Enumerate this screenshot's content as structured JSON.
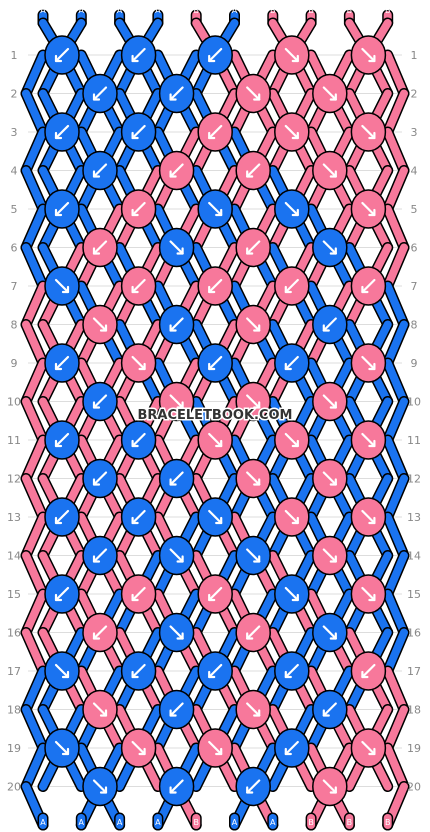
{
  "watermark": "BRACELETBOOK.COM",
  "colors": {
    "A": "#1a73f0",
    "B": "#f7789b",
    "outline": "#000000",
    "row_label": "#888888",
    "grid_line": "#dddddd"
  },
  "strings_top": [
    "A",
    "A",
    "A",
    "A",
    "B",
    "A",
    "B",
    "B",
    "B",
    "B"
  ],
  "row_numbers": [
    "1",
    "2",
    "3",
    "4",
    "5",
    "6",
    "7",
    "8",
    "9",
    "10",
    "11",
    "12",
    "13",
    "14",
    "15",
    "16",
    "17",
    "18",
    "19",
    "20"
  ],
  "knot_rows": [
    [
      [
        "A",
        "sw"
      ],
      [
        "A",
        "sw"
      ],
      [
        "A",
        "sw"
      ],
      [
        "B",
        "se"
      ],
      [
        "B",
        "se"
      ]
    ],
    [
      [
        "A",
        "sw"
      ],
      [
        "A",
        "sw"
      ],
      [
        "B",
        "se"
      ],
      [
        "B",
        "se"
      ]
    ],
    [
      [
        "A",
        "sw"
      ],
      [
        "A",
        "sw"
      ],
      [
        "B",
        "sw"
      ],
      [
        "B",
        "se"
      ],
      [
        "B",
        "se"
      ]
    ],
    [
      [
        "A",
        "sw"
      ],
      [
        "B",
        "sw"
      ],
      [
        "B",
        "sw"
      ],
      [
        "B",
        "se"
      ]
    ],
    [
      [
        "A",
        "sw"
      ],
      [
        "B",
        "sw"
      ],
      [
        "A",
        "se"
      ],
      [
        "A",
        "se"
      ],
      [
        "B",
        "se"
      ]
    ],
    [
      [
        "B",
        "sw"
      ],
      [
        "A",
        "se"
      ],
      [
        "B",
        "sw"
      ],
      [
        "A",
        "se"
      ]
    ],
    [
      [
        "A",
        "se"
      ],
      [
        "B",
        "sw"
      ],
      [
        "B",
        "sw"
      ],
      [
        "B",
        "sw"
      ],
      [
        "B",
        "sw"
      ]
    ],
    [
      [
        "B",
        "se"
      ],
      [
        "A",
        "sw"
      ],
      [
        "B",
        "se"
      ],
      [
        "A",
        "sw"
      ]
    ],
    [
      [
        "A",
        "sw"
      ],
      [
        "B",
        "se"
      ],
      [
        "A",
        "sw"
      ],
      [
        "A",
        "sw"
      ],
      [
        "B",
        "se"
      ]
    ],
    [
      [
        "A",
        "sw"
      ],
      [
        "B",
        "se"
      ],
      [
        "B",
        "se"
      ],
      [
        "B",
        "se"
      ]
    ],
    [
      [
        "A",
        "sw"
      ],
      [
        "A",
        "sw"
      ],
      [
        "B",
        "se"
      ],
      [
        "B",
        "se"
      ],
      [
        "B",
        "se"
      ]
    ],
    [
      [
        "A",
        "sw"
      ],
      [
        "A",
        "sw"
      ],
      [
        "B",
        "se"
      ],
      [
        "B",
        "se"
      ]
    ],
    [
      [
        "A",
        "sw"
      ],
      [
        "A",
        "sw"
      ],
      [
        "A",
        "se"
      ],
      [
        "B",
        "se"
      ],
      [
        "B",
        "se"
      ]
    ],
    [
      [
        "A",
        "sw"
      ],
      [
        "A",
        "se"
      ],
      [
        "A",
        "se"
      ],
      [
        "B",
        "se"
      ]
    ],
    [
      [
        "A",
        "sw"
      ],
      [
        "B",
        "sw"
      ],
      [
        "B",
        "sw"
      ],
      [
        "A",
        "se"
      ],
      [
        "B",
        "se"
      ]
    ],
    [
      [
        "B",
        "sw"
      ],
      [
        "A",
        "se"
      ],
      [
        "B",
        "sw"
      ],
      [
        "A",
        "se"
      ]
    ],
    [
      [
        "A",
        "se"
      ],
      [
        "A",
        "sw"
      ],
      [
        "A",
        "sw"
      ],
      [
        "A",
        "sw"
      ],
      [
        "B",
        "sw"
      ]
    ],
    [
      [
        "B",
        "se"
      ],
      [
        "A",
        "sw"
      ],
      [
        "B",
        "se"
      ],
      [
        "A",
        "sw"
      ]
    ],
    [
      [
        "A",
        "se"
      ],
      [
        "B",
        "se"
      ],
      [
        "B",
        "se"
      ],
      [
        "A",
        "sw"
      ],
      [
        "B",
        "se"
      ]
    ],
    [
      [
        "A",
        "se"
      ],
      [
        "A",
        "sw"
      ],
      [
        "A",
        "sw"
      ],
      [
        "B",
        "se"
      ]
    ]
  ],
  "strings_bottom": [
    "A",
    "A",
    "A",
    "A",
    "B",
    "A",
    "A",
    "B",
    "B",
    "B"
  ]
}
